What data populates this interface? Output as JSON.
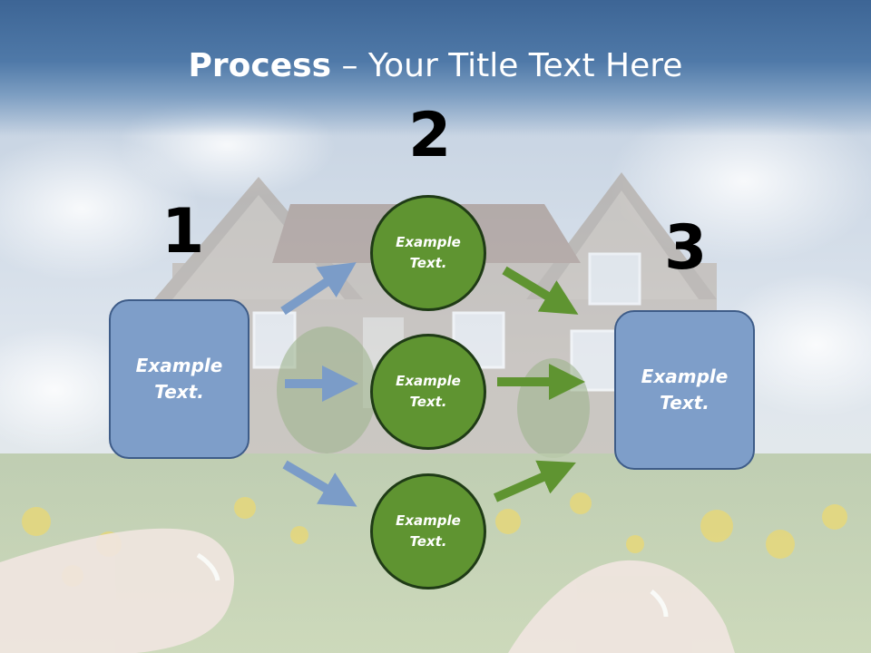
{
  "title": {
    "bold": "Process",
    "rest": " – Your Title Text Here"
  },
  "steps": {
    "one": "1",
    "two": "2",
    "three": "3"
  },
  "left_box": {
    "line1": "Example",
    "line2": "Text."
  },
  "right_box": {
    "line1": "Example",
    "line2": "Text."
  },
  "circles": [
    {
      "line1": "Example",
      "line2": "Text."
    },
    {
      "line1": "Example",
      "line2": "Text."
    },
    {
      "line1": "Example",
      "line2": "Text."
    }
  ],
  "colors": {
    "title_bar": "#4f79a8",
    "box_fill": "#7e9ec9",
    "circle_fill": "#5f9431",
    "blue_arrow": "#7b9cc8",
    "green_arrow": "#5f9431"
  }
}
